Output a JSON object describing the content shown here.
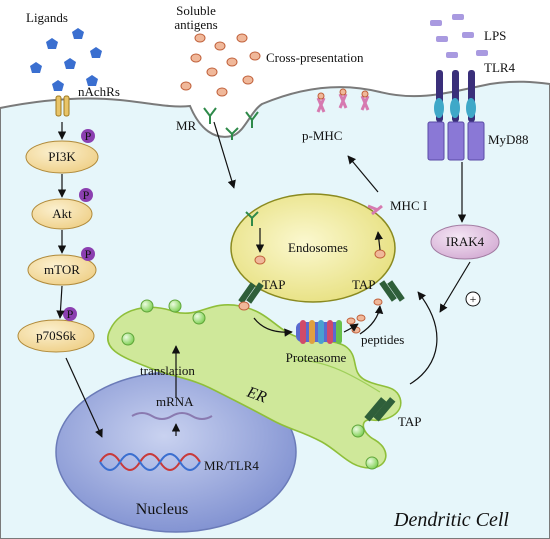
{
  "labels": {
    "ligands": "Ligands",
    "soluble_antigens_1": "Soluble",
    "soluble_antigens_2": "antigens",
    "cross_presentation": "Cross-presentation",
    "lps": "LPS",
    "tlr4": "TLR4",
    "nachrs": "nAchRs",
    "mr": "MR",
    "p_mhc": "p-MHC",
    "myd88": "MyD88",
    "p": "P",
    "pi3k": "PI3K",
    "akt": "Akt",
    "mtor": "mTOR",
    "p70s6k": "p70S6k",
    "mhc_i": "MHC I",
    "endosomes": "Endosomes",
    "irak4": "IRAK4",
    "tap": "TAP",
    "plus": "+",
    "peptides": "peptides",
    "proteasome": "Proteasome",
    "translation": "translation",
    "er": "ER",
    "mrna": "mRNA",
    "mr_tlr4": "MR/TLR4",
    "nucleus": "Nucleus",
    "dendritic_cell": "Dendritic Cell"
  },
  "colors": {
    "cytoplasm": "#e6f6fa",
    "membrane": "#7a7a7a",
    "er": "#cfe89a",
    "er_stroke": "#8fbf3a",
    "endosome": "#f4f0a8",
    "endosome_stroke": "#8a8a20",
    "nucleus": "#8f9fd8",
    "signal_node": "#f5dfa3",
    "irak4": "#e6cbe6",
    "phospho": "#8b3fb0",
    "ligand": "#3a6fd0",
    "antigen": "#f0b89a",
    "tlr4": "#8a78d6",
    "tap": "#2f5f3a",
    "mhc": "#d67ab0",
    "mr_receptor": "#2f8a4a"
  }
}
